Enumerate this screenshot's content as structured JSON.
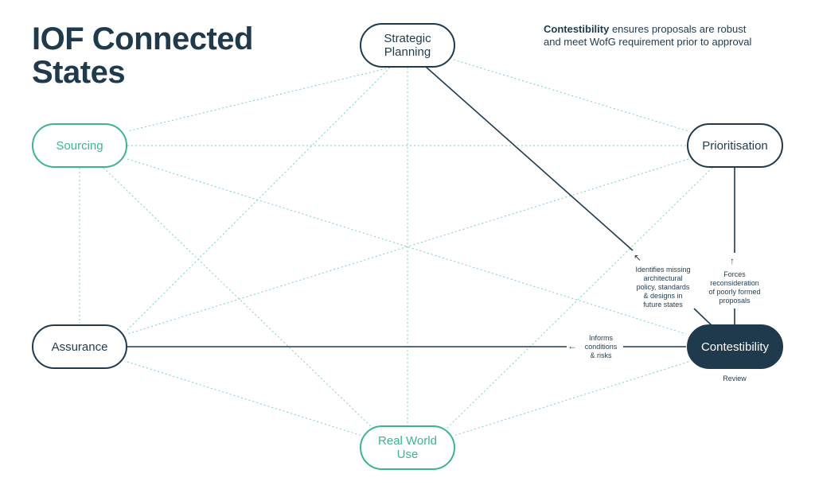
{
  "title": {
    "line1": "IOF Connected",
    "line2": "States"
  },
  "note": {
    "bold": "Contestibility",
    "rest_line1": " ensures proposals are robust",
    "line2": "and meet WofG requirement prior to approval"
  },
  "nodes": {
    "strategic_planning": {
      "line1": "Strategic",
      "line2": "Planning"
    },
    "sourcing": "Sourcing",
    "prioritisation": "Prioritisation",
    "assurance": "Assurance",
    "contestibility": "Contestibility",
    "real_world_use": {
      "line1": "Real World",
      "line2": "Use"
    }
  },
  "labels": {
    "identifies": [
      "Identifies missing",
      "architectural",
      "policy, standards",
      "& designs in",
      "future states"
    ],
    "forces": [
      "Forces",
      "reconsideration",
      "of poorly formed",
      "proposals"
    ],
    "informs": [
      "Informs",
      "conditions",
      "& risks"
    ],
    "review": "Review"
  },
  "colors": {
    "navy": "#1f3a4d",
    "green": "#3bb58a",
    "dotted": "#7fd0ae"
  }
}
